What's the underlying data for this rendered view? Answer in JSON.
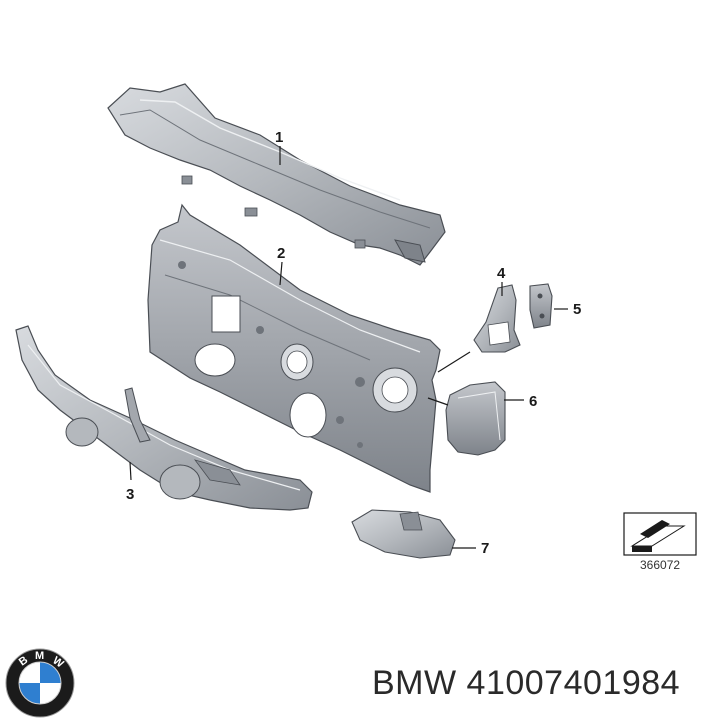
{
  "callouts": {
    "c1": "1",
    "c2": "2",
    "c3": "3",
    "c4": "4",
    "c5": "5",
    "c6": "6",
    "c7": "7"
  },
  "reference_number": "366072",
  "caption": {
    "brand": "BMW",
    "part_number": "41007401984"
  },
  "logo": {
    "letters": [
      "B",
      "M",
      "W"
    ],
    "ring_color": "#1b1b1b",
    "blue": "#2f7fd0",
    "white": "#ffffff"
  },
  "colors": {
    "metal_light": "#c9ccd0",
    "metal_mid": "#a3a7ad",
    "metal_dark": "#6e737a",
    "outline": "#4a4e54"
  }
}
